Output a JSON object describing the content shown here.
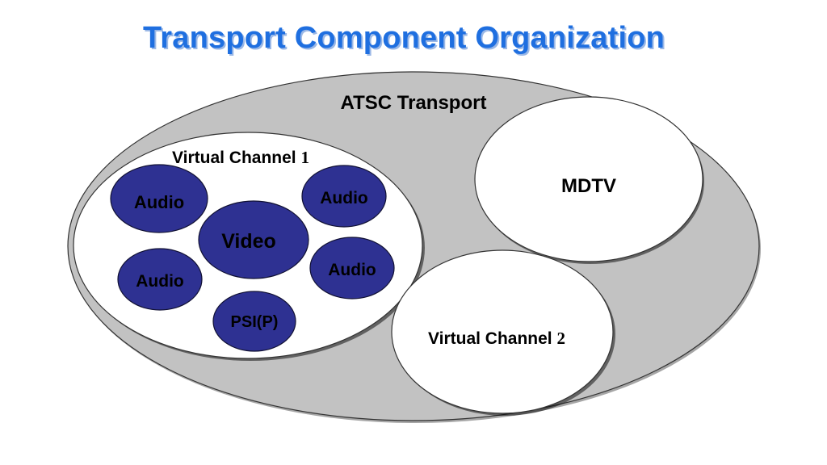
{
  "title": "Transport Component Organization",
  "colors": {
    "title": "#1f6fe0",
    "transport_fill": "#c2c2c2",
    "component_fill": "#2e3192",
    "container_fill": "#ffffff"
  },
  "diagram": {
    "transport_label": "ATSC Transport",
    "mdtv_label": "MDTV",
    "virtual_channel_1": {
      "label_text": "Virtual Channel ",
      "label_number": "1",
      "components": {
        "audio_1": "Audio",
        "audio_2": "Audio",
        "video": "Video",
        "audio_3": "Audio",
        "audio_4": "Audio",
        "psi": "PSI(P)"
      }
    },
    "virtual_channel_2": {
      "label_text": "Virtual Channel ",
      "label_number": "2"
    }
  }
}
